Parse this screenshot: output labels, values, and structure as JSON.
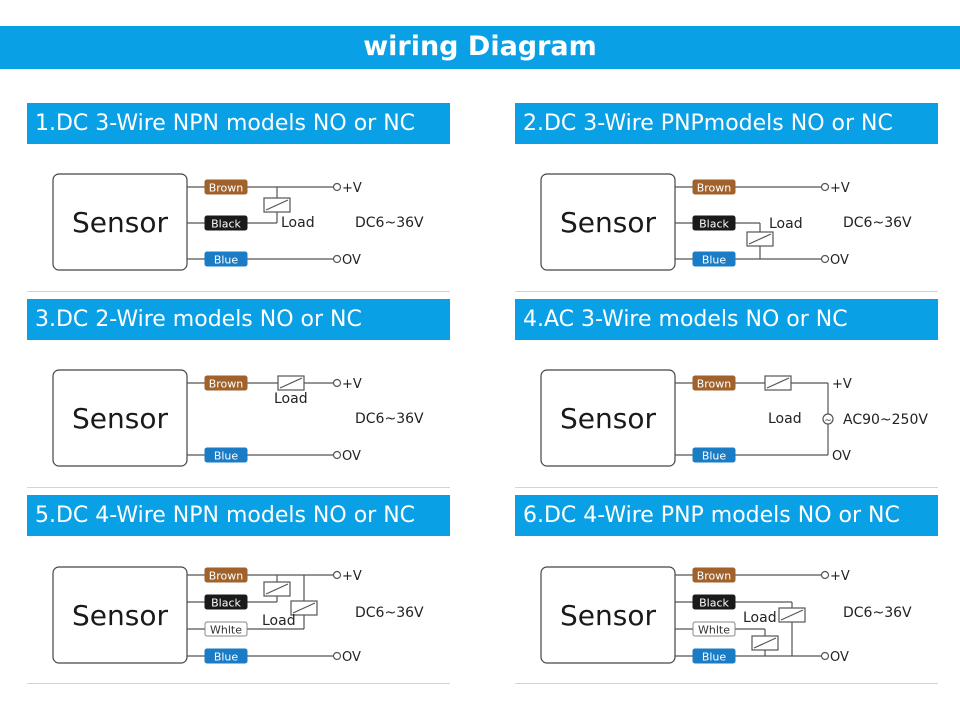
{
  "title": "wiring Diagram",
  "colors": {
    "accent": "#0aa0e6",
    "brown": "#a0622a",
    "black": "#1a1a1a",
    "blue": "#1a7cc5",
    "white": "#ffffff",
    "line": "#555555"
  },
  "panels": [
    {
      "heading": "1.DC 3-Wire NPN models NO or NC",
      "sensor": "Sensor",
      "wires": [
        "Brown",
        "Black",
        "Blue"
      ],
      "load": "Load",
      "plus": "+V",
      "zero": "OV",
      "voltage": "DC6~36V"
    },
    {
      "heading": "2.DC 3-Wire PNPmodels NO or NC",
      "sensor": "Sensor",
      "wires": [
        "Brown",
        "Black",
        "Blue"
      ],
      "load": "Load",
      "plus": "+V",
      "zero": "OV",
      "voltage": "DC6~36V"
    },
    {
      "heading": "3.DC 2-Wire models NO or NC",
      "sensor": "Sensor",
      "wires": [
        "Brown",
        "Blue"
      ],
      "load": "Load",
      "plus": "+V",
      "zero": "OV",
      "voltage": "DC6~36V"
    },
    {
      "heading": "4.AC 3-Wire  models NO or NC",
      "sensor": "Sensor",
      "wires": [
        "Brown",
        "Blue"
      ],
      "load": "Load",
      "plus": "+V",
      "zero": "OV",
      "voltage": "AC90~250V"
    },
    {
      "heading": "5.DC 4-Wire NPN models NO or NC",
      "sensor": "Sensor",
      "wires": [
        "Brown",
        "Black",
        "Whlte",
        "Blue"
      ],
      "load": "Load",
      "plus": "+V",
      "zero": "OV",
      "voltage": "DC6~36V"
    },
    {
      "heading": "6.DC 4-Wire PNP models NO or NC",
      "sensor": "Sensor",
      "wires": [
        "Brown",
        "Black",
        "Whlte",
        "Blue"
      ],
      "load": "Load",
      "plus": "+V",
      "zero": "OV",
      "voltage": "DC6~36V"
    }
  ]
}
